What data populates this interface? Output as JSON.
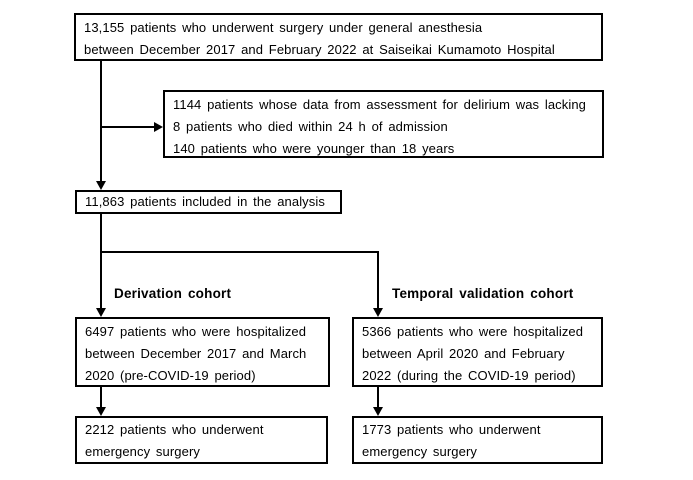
{
  "colors": {
    "ink": "#000000",
    "background": "#ffffff"
  },
  "boxes": {
    "enrollment": {
      "line1": "13,155 patients who underwent surgery under general anesthesia",
      "line2": "between December 2017 and February 2022 at Saiseikai Kumamoto Hospital"
    },
    "exclusions": {
      "line1": "1144 patients whose data from assessment for delirium was lacking",
      "line2": "8 patients who died within 24 h of admission",
      "line3": "140 patients who were younger than 18 years"
    },
    "included": {
      "line1": "11,863 patients included in the analysis"
    },
    "derivation": {
      "label": "Derivation cohort",
      "line1": "6497 patients who were hospitalized",
      "line2": "between December 2017 and March",
      "line3": "2020 (pre-COVID-19 period)"
    },
    "validation": {
      "label": "Temporal validation cohort",
      "line1": "5366 patients who were hospitalized",
      "line2": "between April 2020 and February",
      "line3": "2022 (during the COVID-19 period)"
    },
    "derivation_emergency": {
      "line1": "2212 patients who underwent",
      "line2": "emergency surgery"
    },
    "validation_emergency": {
      "line1": "1773 patients who underwent",
      "line2": "emergency surgery"
    }
  }
}
